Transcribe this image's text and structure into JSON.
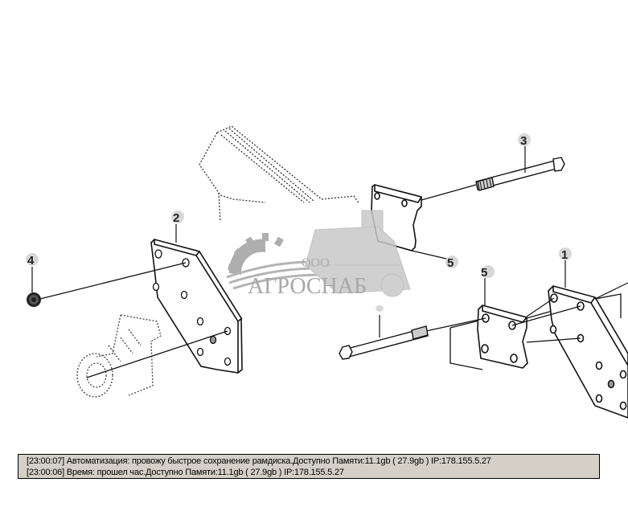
{
  "diagram": {
    "callouts": [
      "1",
      "2",
      "3",
      "4",
      "5",
      "5"
    ],
    "watermark": {
      "prefix": "ООО",
      "name": "АГРОСНАБ"
    }
  },
  "log": {
    "lines": [
      "[23:00:07]  Автоматизация: провожу быстрое сохранение рамдиска.Доступно Памяти:11.1gb  ( 27.9gb ) IP:178.155.5.27",
      "[23:00:06]  Время: прошел час.Доступно Памяти:11.1gb  ( 27.9gb ) IP:178.155.5.27"
    ]
  },
  "colors": {
    "log_background": "#d4d0c8",
    "line": "#111111",
    "watermark": "#b5b5b5",
    "callout_fill": "#d8d8d8"
  }
}
